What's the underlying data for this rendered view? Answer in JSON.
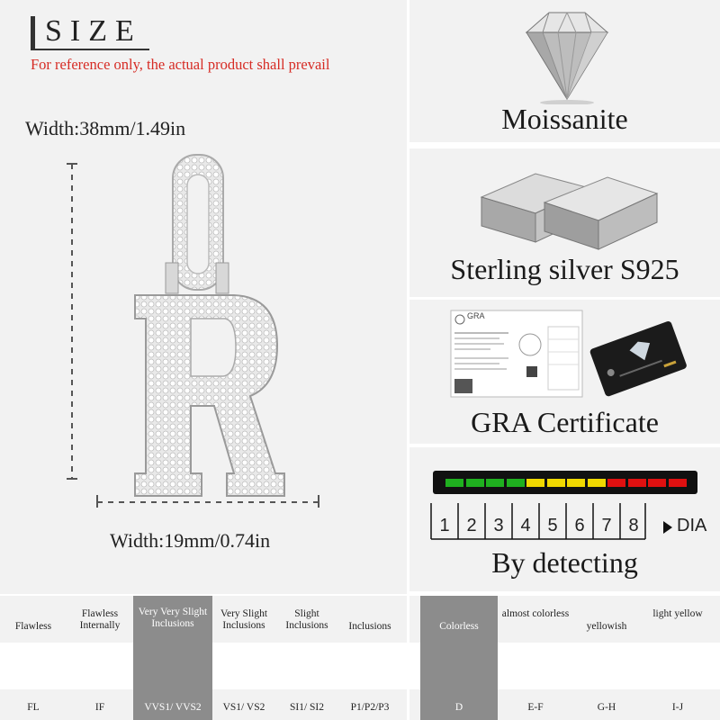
{
  "size_section": {
    "title": "SIZE",
    "note": "For reference only, the actual product shall prevail",
    "width_top": "Width:38mm/1.49in",
    "width_bottom": "Width:19mm/0.74in"
  },
  "features": [
    {
      "label": "Moissanite",
      "icon": "diamond-icon"
    },
    {
      "label": "Sterling silver S925",
      "icon": "silver-bars-icon"
    },
    {
      "label": "GRA Certificate",
      "icon": "certificate-icon",
      "cert_brand": "GRA"
    },
    {
      "label": "By detecting",
      "icon": "tester-icon"
    }
  ],
  "tester": {
    "segments": [
      "#1fb01f",
      "#1fb01f",
      "#1fb01f",
      "#1fb01f",
      "#f0d800",
      "#f0d800",
      "#f0d800",
      "#f0d800",
      "#e01010",
      "#e01010",
      "#e01010",
      "#e01010"
    ],
    "scale": [
      "1",
      "2",
      "3",
      "4",
      "5",
      "6",
      "7",
      "8"
    ],
    "dia_label": "DIA"
  },
  "clarity": [
    {
      "head": "Flawless",
      "foot": "FL",
      "active": false
    },
    {
      "head": "Flawless Internally",
      "foot": "IF",
      "active": false
    },
    {
      "head": "Very Very Slight Inclusions",
      "foot": "VVS1/ VVS2",
      "active": true
    },
    {
      "head": "Very Slight Inclusions",
      "foot": "VS1/ VS2",
      "active": false
    },
    {
      "head": "Slight Inclusions",
      "foot": "SI1/ SI2",
      "active": false
    },
    {
      "head": "Inclusions",
      "foot": "P1/P2/P3",
      "active": false
    }
  ],
  "color_grades": [
    {
      "head": "Colorless",
      "foot": "D",
      "active": true,
      "tint": "#ffffff"
    },
    {
      "head": "almost colorless",
      "foot": "E-F",
      "active": false,
      "tint": "#f4f4ee"
    },
    {
      "head": "yellowish",
      "foot": "G-H",
      "active": false,
      "tint": "#f1eedc"
    },
    {
      "head": "light yellow",
      "foot": "I-J",
      "active": false,
      "tint": "#eee6c6"
    }
  ]
}
